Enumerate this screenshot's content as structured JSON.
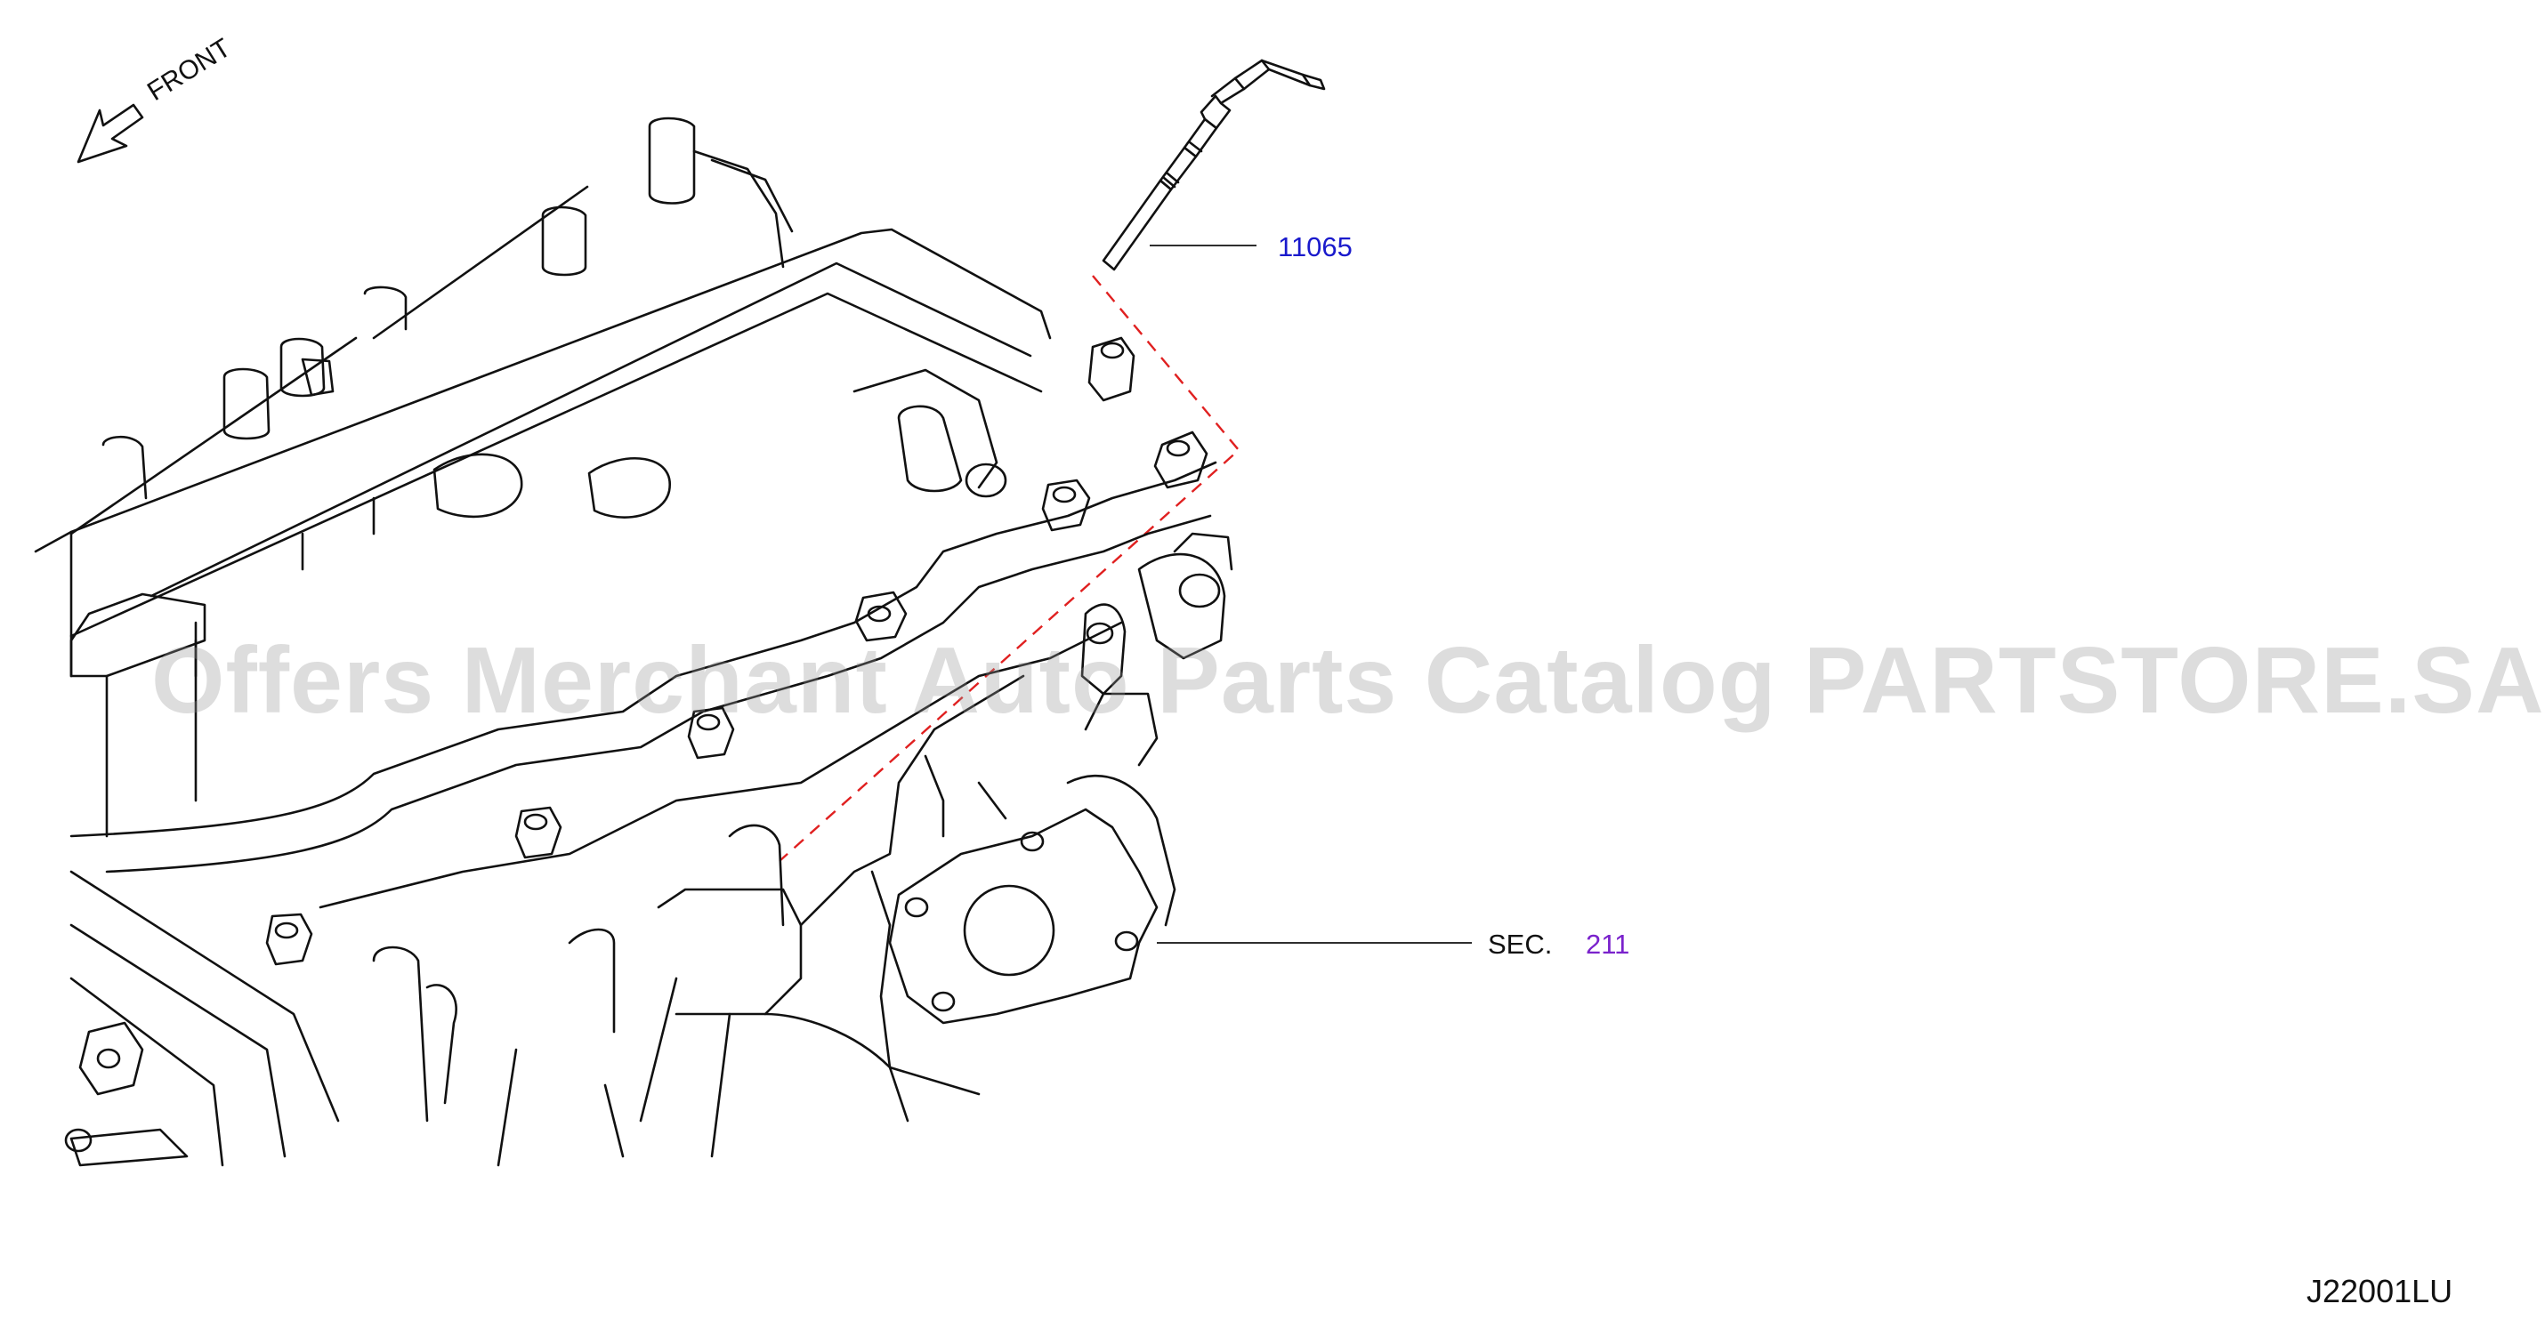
{
  "front_label": "FRONT",
  "callouts": {
    "part_number": "11065",
    "sec_prefix": "SEC.",
    "sec_number": "211"
  },
  "watermark": "Offers Merchant Auto Parts Catalog PARTSTORE.SA",
  "diagram_code": "J22001LU",
  "colors": {
    "part_number": "#1a1acc",
    "sec_number": "#7a22cc",
    "dashed_leader": "#e02020",
    "lines": "#111111"
  }
}
